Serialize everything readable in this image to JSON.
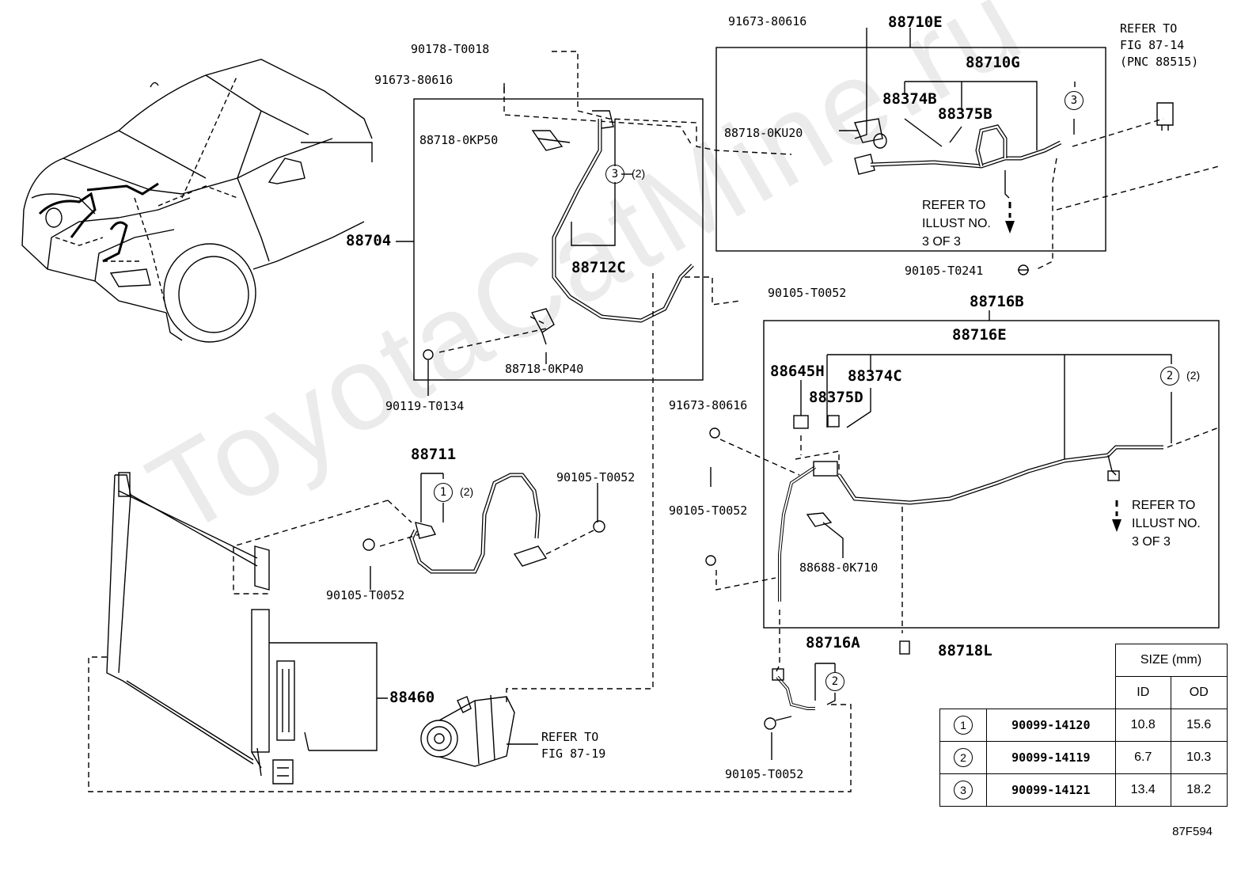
{
  "watermark": "ToyotaCatMine.ru",
  "figure_code": "87F594",
  "parts": {
    "p90178": "90178-T0018",
    "p91673_a": "91673-80616",
    "p91673_b": "91673-80616",
    "p91673_c": "91673-80616",
    "p88718_kp50": "88718-0KP50",
    "p88704": "88704",
    "p88712c": "88712C",
    "p88718_kp40": "88718-0KP40",
    "p90119": "90119-T0134",
    "p88710e": "88710E",
    "p88710g": "88710G",
    "p88374b": "88374B",
    "p88375b": "88375B",
    "p88718_ku20": "88718-0KU20",
    "p90105_t0241": "90105-T0241",
    "p90105_t0052_a": "90105-T0052",
    "p90105_t0052_b": "90105-T0052",
    "p90105_t0052_c": "90105-T0052",
    "p90105_t0052_d": "90105-T0052",
    "p90105_t0052_e": "90105-T0052",
    "p88716b": "88716B",
    "p88716e": "88716E",
    "p88645h": "88645H",
    "p88374c": "88374C",
    "p88375d": "88375D",
    "p88688": "88688-0K710",
    "p88716a": "88716A",
    "p88718l": "88718L",
    "p88711": "88711",
    "p88460": "88460"
  },
  "callouts": {
    "c3_a": "3",
    "c3_a_qty": "(2)",
    "c3_b": "3",
    "c2_a": "2",
    "c2_a_qty": "(2)",
    "c2_b": "2",
    "c1_a": "1",
    "c1_a_qty": "(2)"
  },
  "notes": {
    "refer_87_14": "REFER TO\nFIG 87-14\n(PNC 88515)",
    "refer_illust_a": "REFER TO\nILLUST NO.\n3 OF 3",
    "refer_illust_b": "REFER TO\nILLUST NO.\n3 OF 3",
    "refer_87_19": "REFER TO\nFIG 87-19"
  },
  "size_table": {
    "header": "SIZE (mm)",
    "col_id": "ID",
    "col_od": "OD",
    "rows": [
      {
        "ref": "1",
        "part": "90099-14120",
        "id": "10.8",
        "od": "15.6"
      },
      {
        "ref": "2",
        "part": "90099-14119",
        "id": "6.7",
        "od": "10.3"
      },
      {
        "ref": "3",
        "part": "90099-14121",
        "id": "13.4",
        "od": "18.2"
      }
    ]
  }
}
